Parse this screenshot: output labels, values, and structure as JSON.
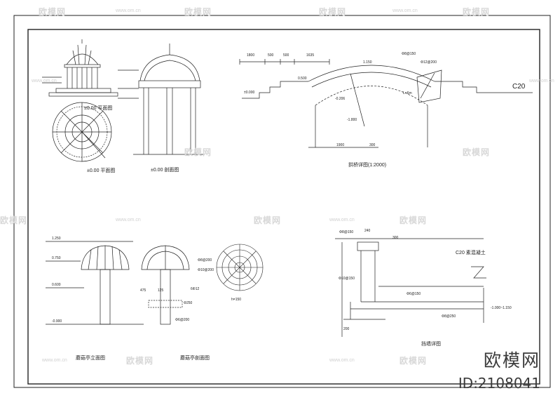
{
  "watermark": {
    "brand": "欧模网",
    "site": "www.om.cn",
    "id_label": "ID:2108041"
  },
  "top_left": {
    "caption_left": "±0.00 平面图",
    "caption_right": "±0.00 剖面图"
  },
  "bridge": {
    "dims": [
      "1800",
      "500",
      "500",
      "1635",
      "1.150",
      "Φ8@150",
      "Φ12@200",
      "±0.000",
      "0.500",
      "-0.206",
      "-1.800",
      "1900",
      "300",
      "L=6m"
    ],
    "label_c20": "C20",
    "caption": "拱桥详图(1:2000)"
  },
  "mushroom": {
    "elevations": [
      "1.250",
      "0.750",
      "0.600",
      "-0.900"
    ],
    "notes": [
      "Φ8@200",
      "Φ10@200",
      "6Φ12",
      "Φ250",
      "Φ6@200",
      "h=150"
    ],
    "dims": [
      "475",
      "125"
    ],
    "caption_left": "蘑菇亭立面图",
    "caption_right": "蘑菇亭剖面图"
  },
  "retaining": {
    "labels": [
      "Φ8@150",
      "Φ10@150",
      "Φ6@150",
      "Φ8@250",
      "-1.000~1.150",
      "200",
      "240",
      "300"
    ],
    "note": "C20 素混凝土",
    "caption": "挡墙详图"
  }
}
